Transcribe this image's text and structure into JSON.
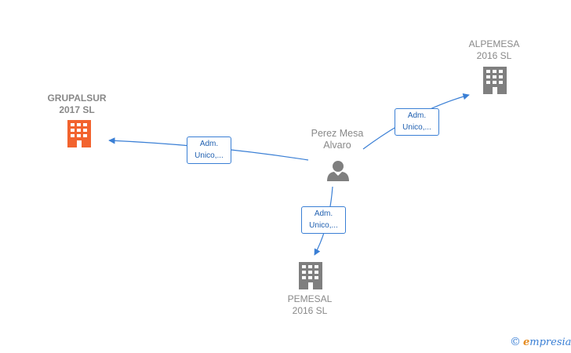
{
  "colors": {
    "edge": "#3a7fd5",
    "company_highlight": "#f2632e",
    "company": "#7f7f7f",
    "person": "#7f7f7f",
    "text": "#888888"
  },
  "nodes": {
    "grupalsur": {
      "name": "GRUPALSUR",
      "sub": "2017  SL",
      "icon": "building-icon"
    },
    "alpemesa": {
      "name": "ALPEMESA",
      "sub": "2016  SL",
      "icon": "building-icon"
    },
    "pemesal": {
      "name": "PEMESAL",
      "sub": "2016  SL",
      "icon": "building-icon"
    },
    "person": {
      "line1": "Perez Mesa",
      "line2": "Alvaro",
      "icon": "person-icon"
    }
  },
  "edges": {
    "to_grupalsur": {
      "line1": "Adm.",
      "line2": "Unico,..."
    },
    "to_alpemesa": {
      "line1": "Adm.",
      "line2": "Unico,..."
    },
    "to_pemesal": {
      "line1": "Adm.",
      "line2": "Unico,..."
    }
  },
  "watermark": {
    "copyright": "©",
    "e": "e",
    "brand": "mpresia"
  }
}
